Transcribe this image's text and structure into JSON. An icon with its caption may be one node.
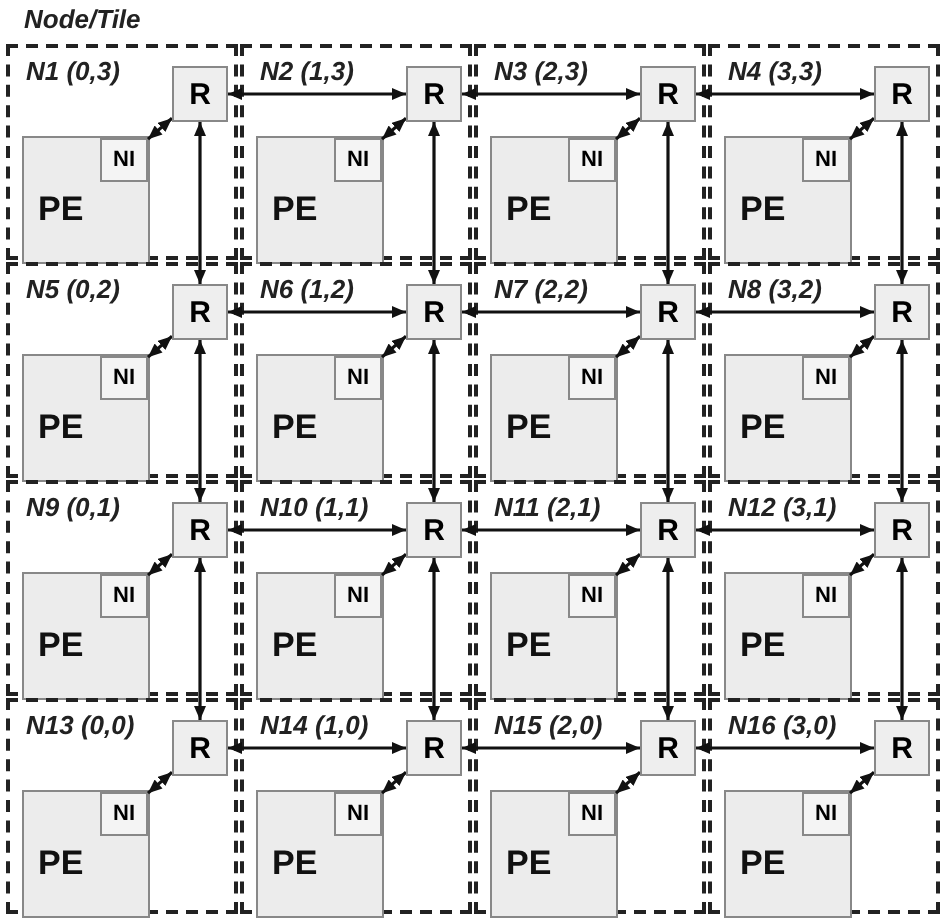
{
  "diagram": {
    "nodes": [
      {
        "text": [
          "N1 (0,3)"
        ]
      },
      {
        "text": [
          "R"
        ],
        "in": 0
      },
      {
        "text": [
          "PE"
        ],
        "in": 0
      },
      {
        "text": [
          "NI"
        ],
        "in": 2
      },
      {
        "text": [
          "N2 (1,3)"
        ]
      },
      {
        "text": [
          "R"
        ],
        "in": 4
      },
      {
        "text": [
          "PE"
        ],
        "in": 4
      },
      {
        "text": [
          "NI"
        ],
        "in": 6
      },
      {
        "text": [
          "N3 (2,3)"
        ]
      },
      {
        "text": [
          "R"
        ],
        "in": 8
      },
      {
        "text": [
          "PE"
        ],
        "in": 8
      },
      {
        "text": [
          "NI"
        ],
        "in": 10
      },
      {
        "text": [
          "N4 (3,3)"
        ]
      },
      {
        "text": [
          "R"
        ],
        "in": 12
      },
      {
        "text": [
          "PE"
        ],
        "in": 12
      },
      {
        "text": [
          "NI"
        ],
        "in": 14
      },
      {
        "text": [
          "N5 (0,2)"
        ]
      },
      {
        "text": [
          "R"
        ],
        "in": 16
      },
      {
        "text": [
          "PE"
        ],
        "in": 16
      },
      {
        "text": [
          "NI"
        ],
        "in": 18
      },
      {
        "text": [
          "N6 (1,2)"
        ]
      },
      {
        "text": [
          "R"
        ],
        "in": 20
      },
      {
        "text": [
          "PE"
        ],
        "in": 20
      },
      {
        "text": [
          "NI"
        ],
        "in": 22
      },
      {
        "text": [
          "N7 (2,2)"
        ]
      },
      {
        "text": [
          "R"
        ],
        "in": 24
      },
      {
        "text": [
          "PE"
        ],
        "in": 24
      },
      {
        "text": [
          "NI"
        ],
        "in": 26
      },
      {
        "text": [
          "N8 (3,2)"
        ]
      },
      {
        "text": [
          "R"
        ],
        "in": 28
      },
      {
        "text": [
          "PE"
        ],
        "in": 28
      },
      {
        "text": [
          "NI"
        ],
        "in": 30
      },
      {
        "text": [
          "N9 (0,1)"
        ]
      },
      {
        "text": [
          "R"
        ],
        "in": 32
      },
      {
        "text": [
          "PE"
        ],
        "in": 32
      },
      {
        "text": [
          "NI"
        ],
        "in": 34
      },
      {
        "text": [
          "N10 (1,1)"
        ]
      },
      {
        "text": [
          "R"
        ],
        "in": 36
      },
      {
        "text": [
          "PE"
        ],
        "in": 36
      },
      {
        "text": [
          "NI"
        ],
        "in": 38
      },
      {
        "text": [
          "N11 (2,1)"
        ]
      },
      {
        "text": [
          "R"
        ],
        "in": 40
      },
      {
        "text": [
          "PE"
        ],
        "in": 40
      },
      {
        "text": [
          "NI"
        ],
        "in": 42
      },
      {
        "text": [
          "N12 (3,1)"
        ]
      },
      {
        "text": [
          "R"
        ],
        "in": 44
      },
      {
        "text": [
          "PE"
        ],
        "in": 44
      },
      {
        "text": [
          "NI"
        ],
        "in": 46
      },
      {
        "text": [
          "N13 (0,0)"
        ]
      },
      {
        "text": [
          "R"
        ],
        "in": 48
      },
      {
        "text": [
          "PE"
        ],
        "in": 48
      },
      {
        "text": [
          "NI"
        ],
        "in": 50
      },
      {
        "text": [
          "N14 (1,0)"
        ]
      },
      {
        "text": [
          "R"
        ],
        "in": 52
      },
      {
        "text": [
          "PE"
        ],
        "in": 52
      },
      {
        "text": [
          "NI"
        ],
        "in": 54
      },
      {
        "text": [
          "N15 (2,0)"
        ]
      },
      {
        "text": [
          "R"
        ],
        "in": 56
      },
      {
        "text": [
          "PE"
        ],
        "in": 56
      },
      {
        "text": [
          "NI"
        ],
        "in": 58
      },
      {
        "text": [
          "N16 (3,0)"
        ]
      },
      {
        "text": [
          "R"
        ],
        "in": 60
      },
      {
        "text": [
          "PE"
        ],
        "in": 60
      },
      {
        "text": [
          "NI"
        ],
        "in": 62
      }
    ],
    "edges": [
      {
        "from": 3,
        "to": 1,
        "arrow": "both"
      },
      {
        "from": 7,
        "to": 5,
        "arrow": "both"
      },
      {
        "from": 11,
        "to": 9,
        "arrow": "both"
      },
      {
        "from": 15,
        "to": 13,
        "arrow": "both"
      },
      {
        "from": 19,
        "to": 17,
        "arrow": "both"
      },
      {
        "from": 23,
        "to": 21,
        "arrow": "both"
      },
      {
        "from": 27,
        "to": 25,
        "arrow": "both"
      },
      {
        "from": 31,
        "to": 29,
        "arrow": "both"
      },
      {
        "from": 35,
        "to": 33,
        "arrow": "both"
      },
      {
        "from": 39,
        "to": 37,
        "arrow": "both"
      },
      {
        "from": 43,
        "to": 41,
        "arrow": "both"
      },
      {
        "from": 47,
        "to": 45,
        "arrow": "both"
      },
      {
        "from": 51,
        "to": 49,
        "arrow": "both"
      },
      {
        "from": 55,
        "to": 53,
        "arrow": "both"
      },
      {
        "from": 59,
        "to": 57,
        "arrow": "both"
      },
      {
        "from": 63,
        "to": 61,
        "arrow": "both"
      },
      {
        "from": 1,
        "to": 5,
        "arrow": "both"
      },
      {
        "from": 5,
        "to": 9,
        "arrow": "both"
      },
      {
        "from": 9,
        "to": 13,
        "arrow": "both"
      },
      {
        "from": 17,
        "to": 21,
        "arrow": "both"
      },
      {
        "from": 21,
        "to": 25,
        "arrow": "both"
      },
      {
        "from": 25,
        "to": 29,
        "arrow": "both"
      },
      {
        "from": 33,
        "to": 37,
        "arrow": "both"
      },
      {
        "from": 37,
        "to": 41,
        "arrow": "both"
      },
      {
        "from": 41,
        "to": 45,
        "arrow": "both"
      },
      {
        "from": 49,
        "to": 53,
        "arrow": "both"
      },
      {
        "from": 53,
        "to": 57,
        "arrow": "both"
      },
      {
        "from": 57,
        "to": 61,
        "arrow": "both"
      },
      {
        "from": 1,
        "to": 17,
        "arrow": "both"
      },
      {
        "from": 5,
        "to": 21,
        "arrow": "both"
      },
      {
        "from": 9,
        "to": 25,
        "arrow": "both"
      },
      {
        "from": 13,
        "to": 29,
        "arrow": "both"
      },
      {
        "from": 17,
        "to": 33,
        "arrow": "both"
      },
      {
        "from": 21,
        "to": 37,
        "arrow": "both"
      },
      {
        "from": 25,
        "to": 41,
        "arrow": "both"
      },
      {
        "from": 29,
        "to": 45,
        "arrow": "both"
      },
      {
        "from": 33,
        "to": 49,
        "arrow": "both"
      },
      {
        "from": 37,
        "to": 53,
        "arrow": "both"
      },
      {
        "from": 41,
        "to": 57,
        "arrow": "both"
      },
      {
        "from": 45,
        "to": 61,
        "arrow": "both"
      }
    ],
    "labels": [
      "Node/Tile"
    ]
  }
}
